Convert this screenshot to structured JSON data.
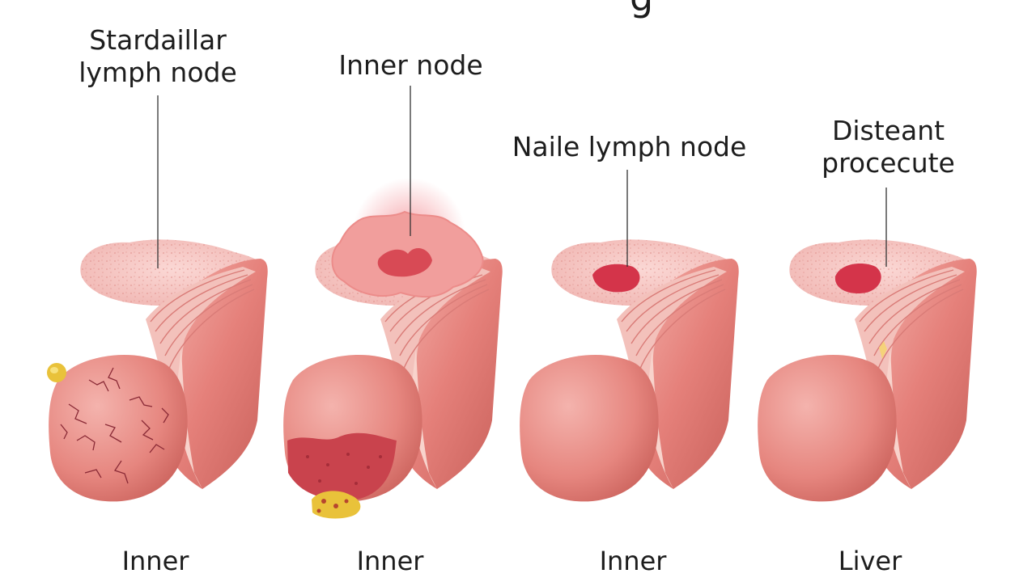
{
  "title_fragment": "g",
  "panels": [
    {
      "label_lines": [
        "Stardaillar",
        "lymph node"
      ],
      "caption": "Inner"
    },
    {
      "label_lines": [
        "Inner node"
      ],
      "caption": "Inner"
    },
    {
      "label_lines": [
        "Naile lymph node"
      ],
      "caption": "Inner"
    },
    {
      "label_lines": [
        "Disteant",
        "procecute"
      ],
      "caption": "Liver"
    }
  ],
  "colors": {
    "tissue": "#e98f87",
    "tissue_dark": "#c9605a",
    "fat_pad": "#f6c3c0",
    "lesion": "#d23e49",
    "deposit": "#e9c23a"
  }
}
